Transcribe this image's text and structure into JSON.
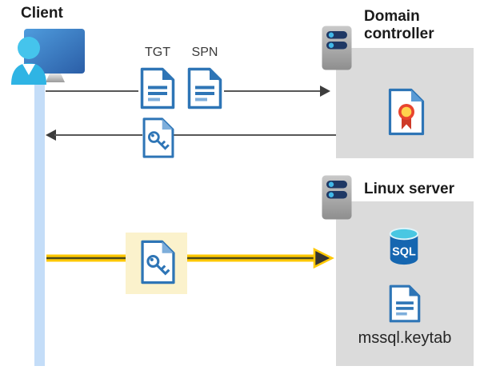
{
  "client": {
    "label": "Client"
  },
  "flows": {
    "tgt_label": "TGT",
    "spn_label": "SPN"
  },
  "domain_controller": {
    "label": "Domain controller"
  },
  "linux_server": {
    "label": "Linux server",
    "sql_label": "SQL",
    "keytab_label": "mssql.keytab"
  },
  "icons": {
    "client": "user-at-computer-icon",
    "domain_controller": "server-icon",
    "linux_server": "server-icon",
    "tgt": "document-icon",
    "spn": "document-icon",
    "service_ticket": "key-file-icon",
    "highlighted_service_ticket": "key-file-icon",
    "certificate": "certificate-icon",
    "sql_database": "sql-database-icon",
    "keytab_file": "document-icon"
  },
  "colors": {
    "doc_blue": "#2e75b6",
    "doc_line_light": "#7eaedb",
    "timeline_blue": "#c4ddf8",
    "gray_box": "#dbdbdb",
    "highlight_yellow": "#fbf2cc",
    "arrow_gray": "#575757",
    "arrow_yellow": "#ffc803",
    "server_pill_navy": "#1f3864",
    "server_led_cyan": "#41b8e8",
    "monitor_blue": "#3c7bc0",
    "person_cyan": "#2fb4e4",
    "sql_body_blue": "#1566b0",
    "sql_top_cyan": "#49c7e2",
    "cert_seal_yellow": "#ffd34d",
    "cert_seal_red": "#d63426"
  }
}
